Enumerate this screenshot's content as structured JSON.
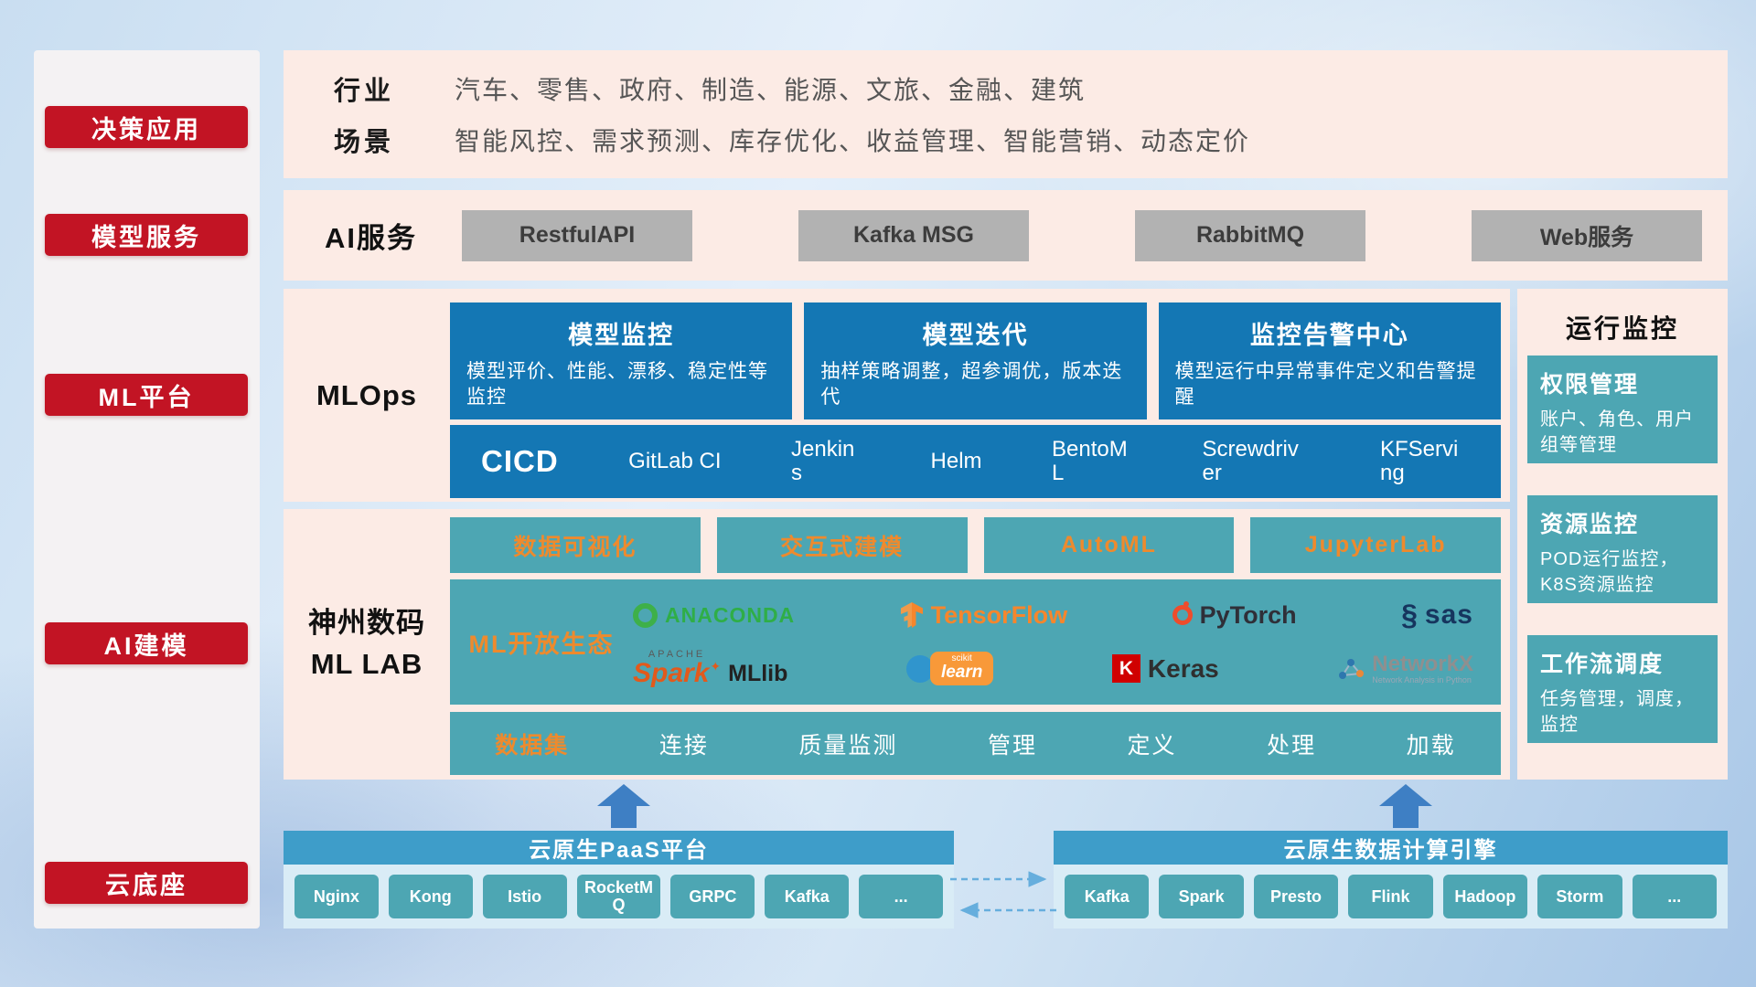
{
  "sidebar": {
    "items": [
      "决策应用",
      "模型服务",
      "ML平台",
      "AI建模",
      "云底座"
    ]
  },
  "industry": {
    "label": "行业",
    "value": "汽车、零售、政府、制造、能源、文旅、金融、建筑"
  },
  "scene": {
    "label": "场景",
    "value": "智能风控、需求预测、库存优化、收益管理、智能营销、动态定价"
  },
  "ai_service": {
    "label": "AI服务",
    "buttons": [
      "RestfulAPI",
      "Kafka MSG",
      "RabbitMQ",
      "Web服务"
    ]
  },
  "mlops": {
    "label": "MLOps",
    "cards": [
      {
        "title": "模型监控",
        "desc": "模型评价、性能、漂移、稳定性等监控"
      },
      {
        "title": "模型迭代",
        "desc": "抽样策略调整，超参调优，版本迭代"
      },
      {
        "title": "监控告警中心",
        "desc": "模型运行中异常事件定义和告警提醒"
      }
    ],
    "cicd_label": "CICD",
    "cicd_tools": [
      "GitLab CI",
      "Jenkins",
      "Helm",
      "BentoML",
      "Screwdriver",
      "KFServing"
    ]
  },
  "mllab": {
    "label_line1": "神州数码",
    "label_line2": "ML LAB",
    "modules": [
      "数据可视化",
      "交互式建模",
      "AutoML",
      "JupyterLab"
    ],
    "eco_label": "ML开放生态",
    "logos": {
      "anaconda": "ANACONDA",
      "tensorflow": "TensorFlow",
      "pytorch": "PyTorch",
      "sas": "sas",
      "spark_pre": "APACHE",
      "spark": "Spark",
      "mllib": "MLlib",
      "sklearn_pre": "scikit",
      "sklearn": "learn",
      "keras_k": "K",
      "keras": "Keras",
      "networkx": "NetworkX",
      "networkx_caption": "Network Analysis in Python"
    },
    "dataset_label": "数据集",
    "dataset_items": [
      "连接",
      "质量监测",
      "管理",
      "定义",
      "处理",
      "加载"
    ]
  },
  "monitor": {
    "title": "运行监控",
    "cards": [
      {
        "title": "权限管理",
        "desc": "账户、角色、用户组等管理"
      },
      {
        "title": "资源监控",
        "desc": "POD运行监控，K8S资源监控"
      },
      {
        "title": "工作流调度",
        "desc": "任务管理，调度，监控"
      }
    ]
  },
  "cloud": {
    "paas_title": "云原生PaaS平台",
    "paas_items": [
      "Nginx",
      "Kong",
      "Istio",
      "RocketMQ",
      "GRPC",
      "Kafka",
      "..."
    ],
    "engine_title": "云原生数据计算引擎",
    "engine_items": [
      "Kafka",
      "Spark",
      "Presto",
      "Flink",
      "Hadoop",
      "Storm",
      "..."
    ]
  },
  "icons": {
    "sas_mark": "§",
    "spark_star": "✦",
    "up_arrow": "block-arrow-up",
    "flow_arrows": "dashed-double-arrow"
  },
  "colors": {
    "red": "#c21424",
    "pink_panel": "#fcebe5",
    "blue": "#1477b4",
    "teal": "#4da6b3",
    "orange": "#ee8a2d",
    "bottom_bar_blue": "#3e9dc9"
  }
}
